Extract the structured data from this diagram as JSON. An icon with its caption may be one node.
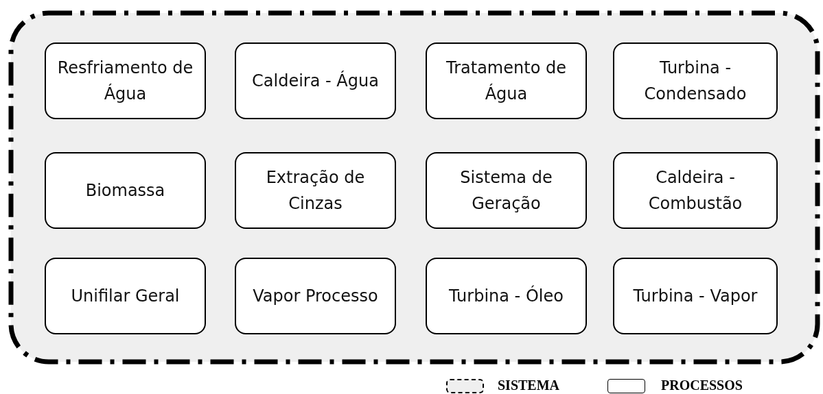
{
  "diagram": {
    "nodes": [
      {
        "text": [],
        "shape": "box"
      },
      {
        "text": [
          "Resfriamento de Água"
        ],
        "in": 0
      },
      {
        "text": [
          "Caldeira - Água"
        ],
        "in": 0
      },
      {
        "text": [
          "Tratamento de Água"
        ],
        "in": 0
      },
      {
        "text": [
          "Turbina - Condensado"
        ],
        "in": 0
      },
      {
        "text": [
          "Biomassa"
        ],
        "in": 0
      },
      {
        "text": [
          "Extração de Cinzas"
        ],
        "in": 0
      },
      {
        "text": [
          "Sistema de Geração"
        ],
        "in": 0
      },
      {
        "text": [
          "Caldeira - Combustão"
        ],
        "in": 0
      },
      {
        "text": [
          "Unifilar Geral"
        ],
        "in": 0
      },
      {
        "text": [
          "Vapor Processo"
        ],
        "in": 0
      },
      {
        "text": [
          "Turbina - Óleo"
        ],
        "in": 0
      },
      {
        "text": [
          "Turbina - Vapor"
        ],
        "in": 0
      }
    ],
    "legend": [
      {
        "text": "SISTEMA"
      },
      {
        "text": "PROCESSOS"
      }
    ]
  }
}
